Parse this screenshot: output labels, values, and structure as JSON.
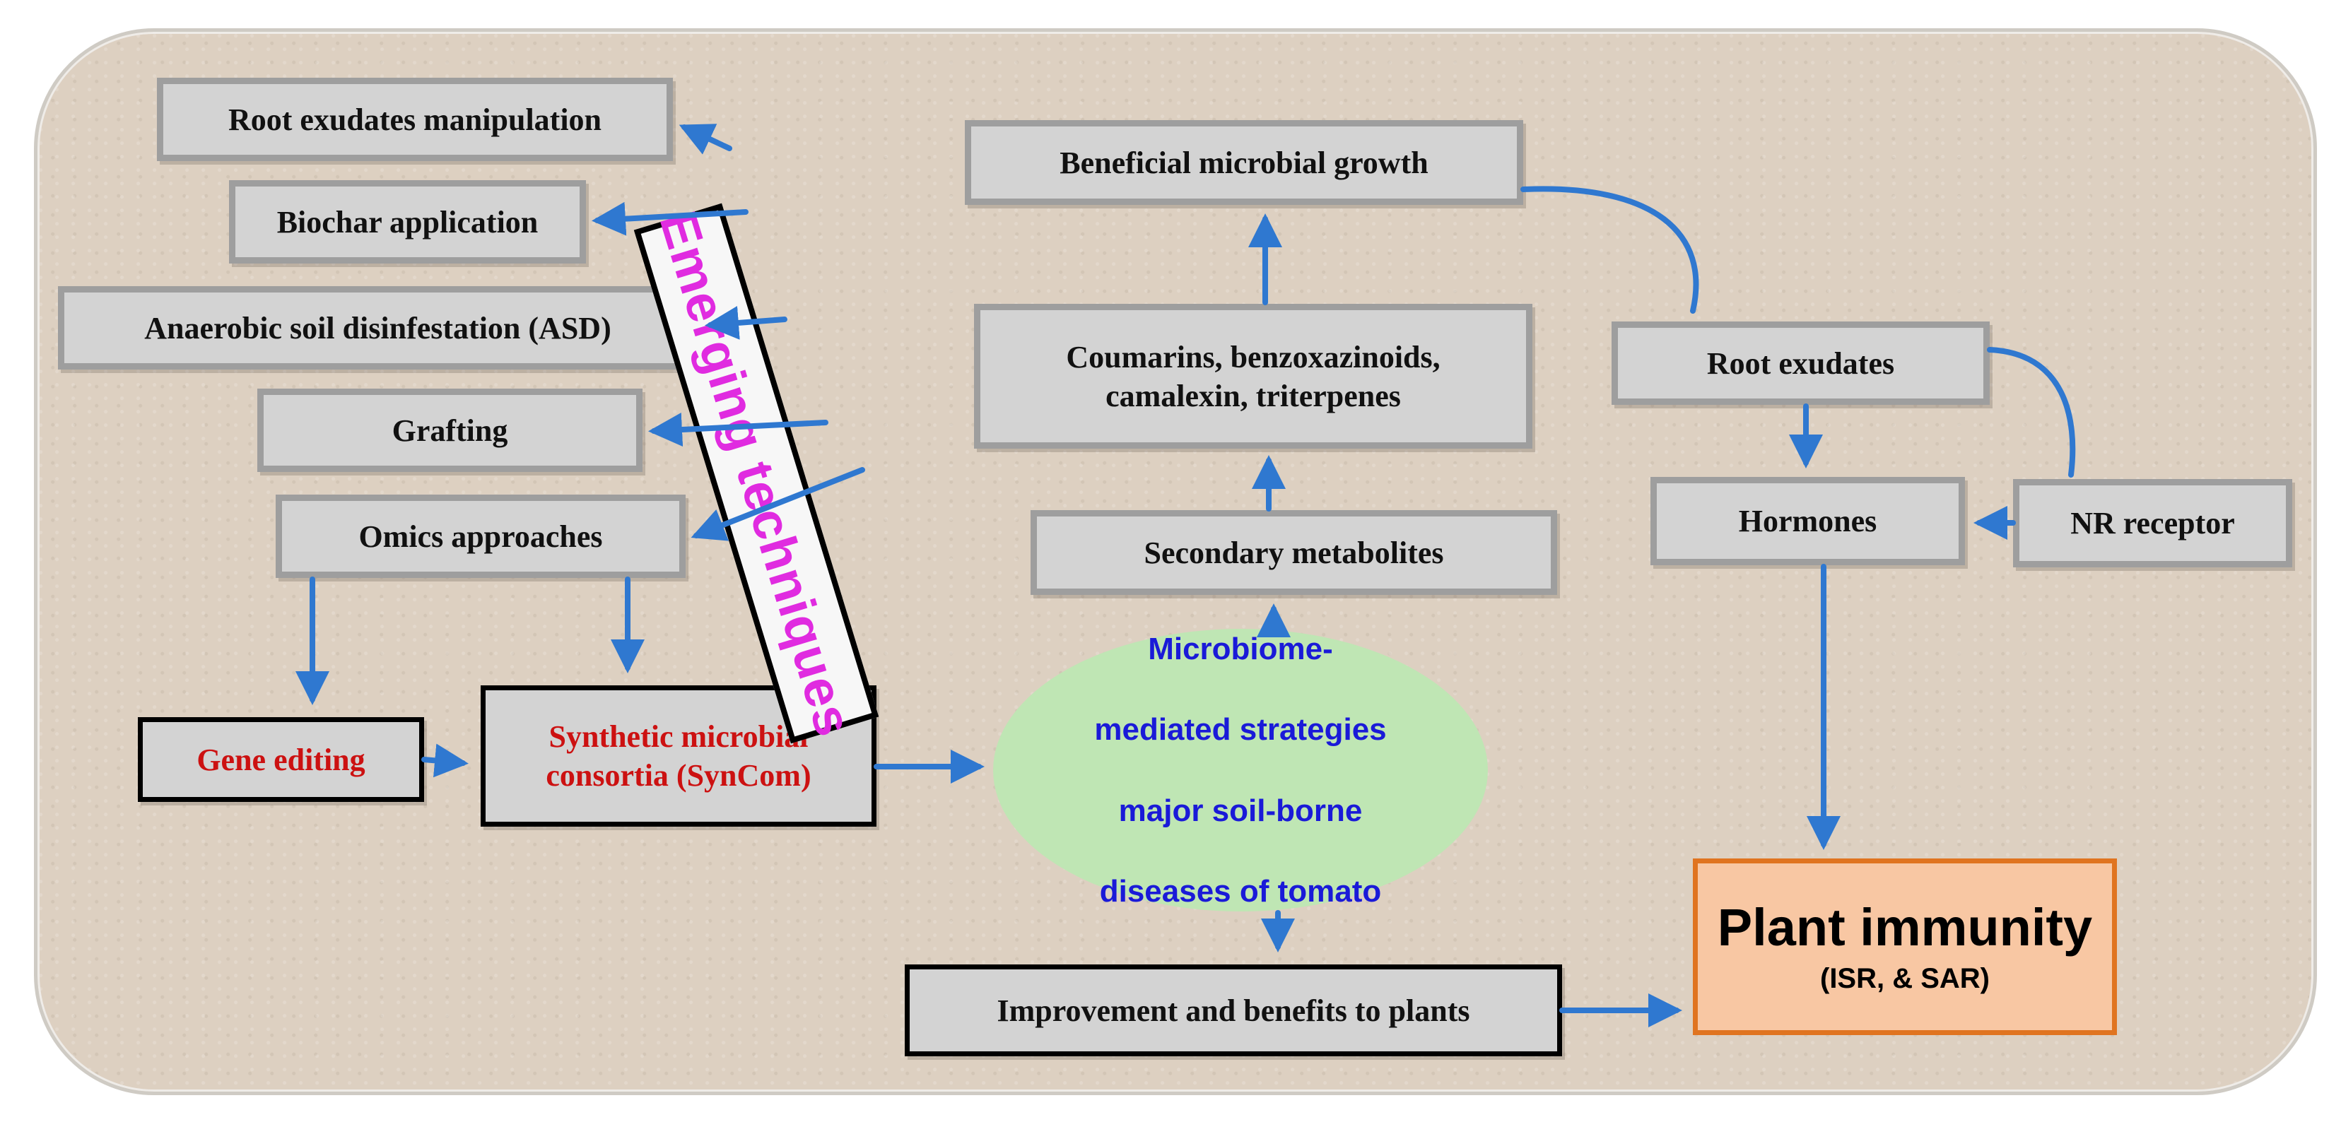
{
  "colors": {
    "arrow": "#2f78d0",
    "box_fill": "#d3d3d3",
    "box_border": "#9e9e9e",
    "highlight_text": "#cc1111",
    "emerging_text": "#e02be0",
    "ellipse_fill": "#bfe6b4",
    "ellipse_text": "#1a1ad8",
    "immunity_fill": "#f8c7a3",
    "immunity_border": "#e07420"
  },
  "emerging": "Emerging techniques",
  "left": {
    "root_exudates_manipulation": "Root exudates manipulation",
    "biochar_application": "Biochar application",
    "anaerobic_soil": "Anaerobic soil disinfestation (ASD)",
    "grafting": "Grafting",
    "omics": "Omics approaches",
    "gene_editing": "Gene editing",
    "syncom_line1": "Synthetic microbial",
    "syncom_line2": "consortia (SynCom)"
  },
  "center": {
    "beneficial": "Beneficial microbial growth",
    "compounds_line1": "Coumarins, benzoxazinoids,",
    "compounds_line2": "camalexin, triterpenes",
    "secondary": "Secondary metabolites",
    "microbiome_line1": "Microbiome-",
    "microbiome_line2": "mediated strategies",
    "microbiome_line3": "major soil-borne",
    "microbiome_line4": "diseases of tomato",
    "improvement": "Improvement and benefits to plants"
  },
  "right": {
    "root_exudates": "Root exudates",
    "hormones": "Hormones",
    "nr_receptor": "NR receptor",
    "immunity_title": "Plant immunity",
    "immunity_sub": "(ISR, & SAR)"
  }
}
